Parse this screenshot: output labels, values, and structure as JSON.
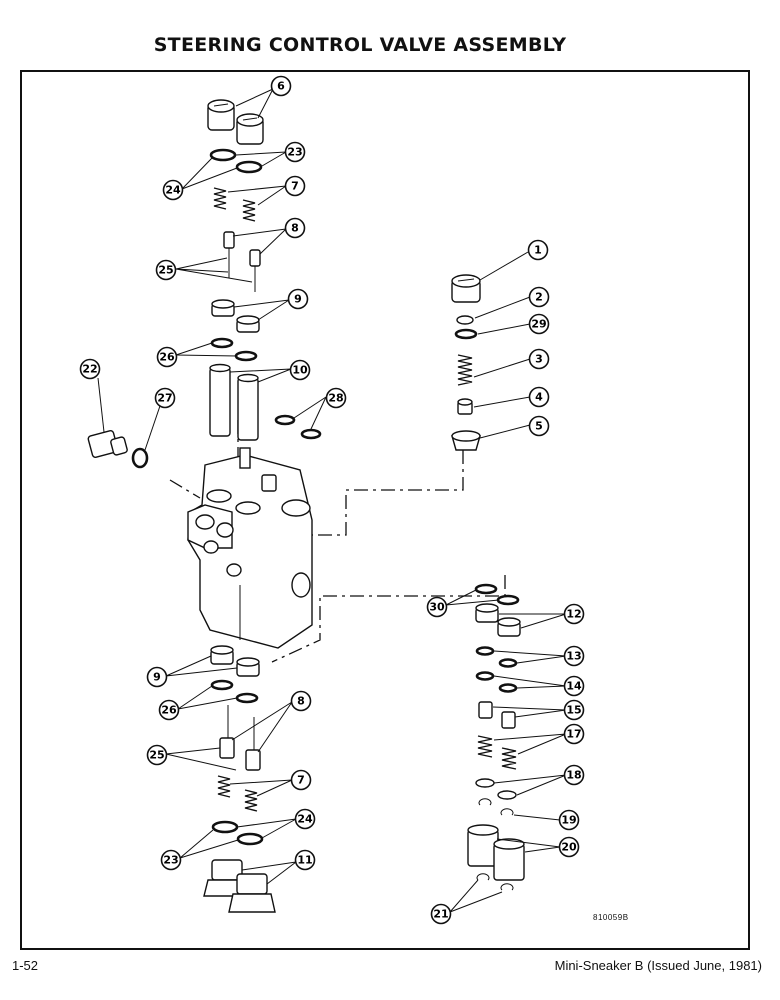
{
  "title": "STEERING CONTROL VALVE ASSEMBLY",
  "drawing_number": "810059B",
  "page_number": "1-52",
  "footer": "Mini-Sneaker B (Issued June, 1981)",
  "callouts": {
    "c1": "1",
    "c2": "2",
    "c3": "3",
    "c4": "4",
    "c5": "5",
    "c6": "6",
    "c7a": "7",
    "c7b": "7",
    "c8a": "8",
    "c8b": "8",
    "c9a": "9",
    "c9b": "9",
    "c10": "10",
    "c11": "11",
    "c12": "12",
    "c13": "13",
    "c14": "14",
    "c15": "15",
    "c17": "17",
    "c18": "18",
    "c19": "19",
    "c20": "20",
    "c21": "21",
    "c22": "22",
    "c23a": "23",
    "c23b": "23",
    "c24a": "24",
    "c24b": "24",
    "c25a": "25",
    "c25b": "25",
    "c26a": "26",
    "c26b": "26",
    "c27": "27",
    "c28": "28",
    "c29": "29",
    "c30": "30"
  }
}
